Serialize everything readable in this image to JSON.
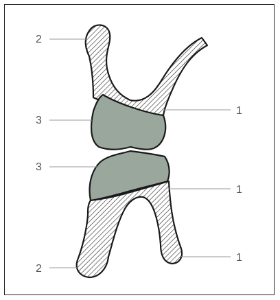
{
  "labels": [
    {
      "id": "top-left",
      "text": "2"
    },
    {
      "id": "upper-right",
      "text": "1"
    },
    {
      "id": "upper-left",
      "text": "3"
    },
    {
      "id": "middle-left",
      "text": "3"
    },
    {
      "id": "middle-right",
      "text": "1"
    },
    {
      "id": "lower-right",
      "text": "1"
    },
    {
      "id": "bottom-left",
      "text": "2"
    }
  ],
  "colors": {
    "disc_fill": "#9aa79c",
    "outline": "#1a1a1a",
    "hatch": "#333333",
    "label_text": "#555555",
    "leader_line": "#999999"
  }
}
